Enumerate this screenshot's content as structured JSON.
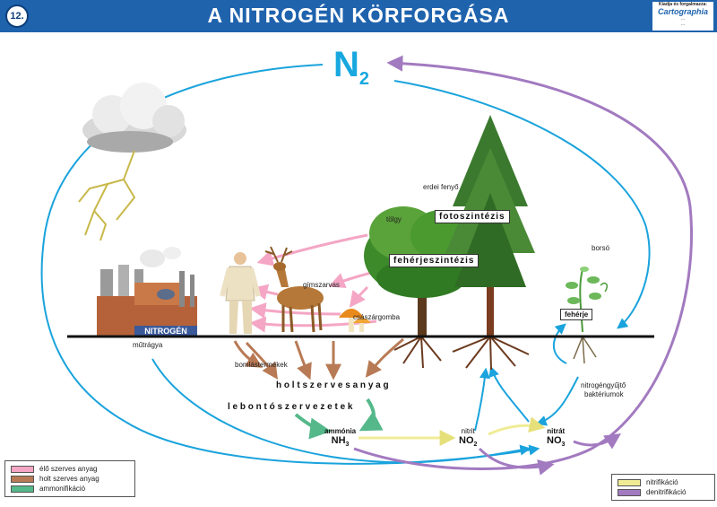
{
  "header": {
    "number": "12.",
    "title": "A NITROGÉN KÖRFORGÁSA",
    "publisher": {
      "line1": "Kiadja és forgalmazza:",
      "logo": "Cartographia",
      "line2": "...",
      "line3": "..."
    }
  },
  "n2": {
    "main": "N",
    "sub": "2"
  },
  "factory_sign": "NITROGÉN",
  "labels": {
    "tolgy": "tölgy",
    "erdei_fenyo": "erdei fenyő",
    "gimszarvas": "gímszarvas",
    "csaszargomba": "császárgomba",
    "borso": "borsó",
    "mutragya": "műtrágya",
    "bomlastermekek": "bomlástermékek",
    "nitrogenkoto1": "nitrogéngyűjtő",
    "nitrogenkoto2": "baktériumok"
  },
  "boxes": {
    "fotoszintezis": "fotoszintézis",
    "feherjeszintezis": "fehérjeszintézis",
    "feherje": "fehérje"
  },
  "spaced_text": {
    "holt": "h o l t   s z e r v e s   a n y a g",
    "lebonto": "l e b o n t ó   s z e r v e z e t e k"
  },
  "compounds": {
    "ammonia": {
      "name": "ammónia",
      "main": "NH",
      "sub": "3"
    },
    "nitrit": {
      "name": "nitrit",
      "main": "NO",
      "sub": "2"
    },
    "nitrat": {
      "name": "nitrát",
      "main": "NO",
      "sub": "3"
    }
  },
  "legend_left": [
    {
      "label": "élő szerves anyag",
      "color": "#f4a6c4"
    },
    {
      "label": "holt szerves anyag",
      "color": "#b87a55"
    },
    {
      "label": "ammonifikáció",
      "color": "#55b88a"
    }
  ],
  "legend_right": [
    {
      "label": "nitrifikáció",
      "color": "#f0ec96"
    },
    {
      "label": "denitrifikáció",
      "color": "#a27ac0"
    }
  ],
  "colors": {
    "header": "#1f63ad",
    "n2": "#18a8df",
    "cycle_blue": "#1aa3dc",
    "denitrification": "#a27ac0",
    "nitrification": "#f0ec96",
    "living_matter": "#f4a6c4",
    "dead_matter": "#b87a55",
    "ammonification": "#55b88a"
  }
}
